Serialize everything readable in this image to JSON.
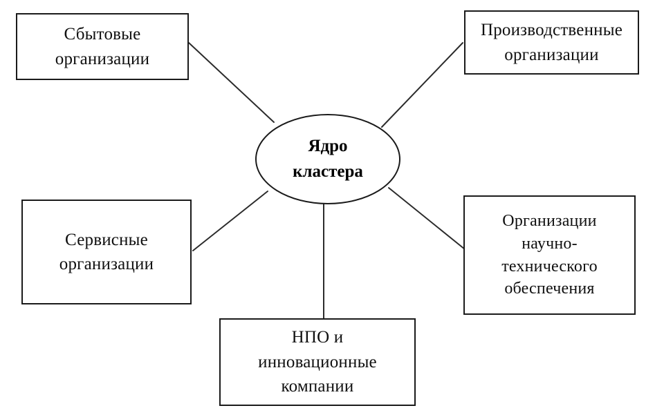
{
  "diagram": {
    "title": "Ядро кластера",
    "type": "hub-and-spoke",
    "background_color": "#ffffff",
    "stroke_color": "#1a1a1a",
    "text_color": "#101010",
    "center": {
      "id": "core",
      "shape": "ellipse",
      "label": "Ядро кластера",
      "lines": [
        "Ядро",
        "кластера"
      ]
    },
    "nodes": [
      {
        "id": "sales",
        "shape": "rectangle",
        "position": "top-left",
        "label": "Сбытовые организации",
        "lines": [
          "Сбытовые",
          "организации"
        ]
      },
      {
        "id": "production",
        "shape": "rectangle",
        "position": "top-right",
        "label": "Производственные организации",
        "lines": [
          "Производственные",
          "организации"
        ]
      },
      {
        "id": "service",
        "shape": "rectangle",
        "position": "left",
        "label": "Сервисные организации",
        "lines": [
          "Сервисные",
          "организации"
        ]
      },
      {
        "id": "science",
        "shape": "rectangle",
        "position": "right",
        "label": "Организации научно-технического обеспечения",
        "lines": [
          "Организации",
          "научно-",
          "технического",
          "обеспечения"
        ]
      },
      {
        "id": "npo",
        "shape": "rectangle",
        "position": "bottom",
        "label": "НПО и инновационные компании",
        "lines": [
          "НПО и",
          "инновационные",
          "компании"
        ]
      }
    ],
    "connectors": [
      {
        "from": "sales",
        "to": "core",
        "style": "straight-line"
      },
      {
        "from": "production",
        "to": "core",
        "style": "straight-line"
      },
      {
        "from": "service",
        "to": "core",
        "style": "straight-line"
      },
      {
        "from": "science",
        "to": "core",
        "style": "straight-line"
      },
      {
        "from": "npo",
        "to": "core",
        "style": "straight-line"
      }
    ]
  }
}
